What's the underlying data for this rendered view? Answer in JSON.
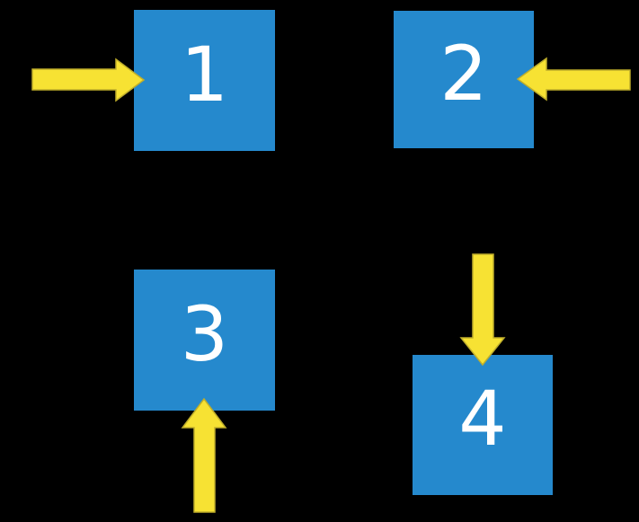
{
  "colors": {
    "background": "#000000",
    "box": "#2589CD",
    "arrow": "#F7E233",
    "arrow_outline": "#BFAE2B",
    "label": "#FFFFFF"
  },
  "boxes": [
    {
      "label": "1",
      "arrow_direction": "right",
      "arrow_enters_from": "left"
    },
    {
      "label": "2",
      "arrow_direction": "left",
      "arrow_enters_from": "right"
    },
    {
      "label": "3",
      "arrow_direction": "up",
      "arrow_enters_from": "bottom"
    },
    {
      "label": "4",
      "arrow_direction": "down",
      "arrow_enters_from": "top"
    }
  ]
}
